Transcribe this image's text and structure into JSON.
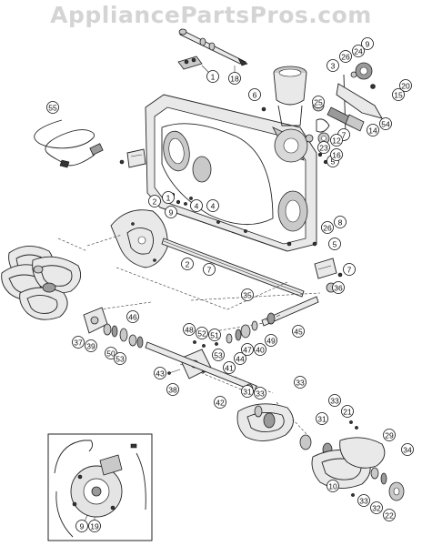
{
  "watermark": "AppliancePartsPros.com",
  "callouts": [
    {
      "id": "c1a",
      "text": "1"
    },
    {
      "id": "c1b",
      "text": "1"
    },
    {
      "id": "c2a",
      "text": "2"
    },
    {
      "id": "c2b",
      "text": "2"
    },
    {
      "id": "c3",
      "text": "3"
    },
    {
      "id": "c4a",
      "text": "4"
    },
    {
      "id": "c4b",
      "text": "4"
    },
    {
      "id": "c5a",
      "text": "5"
    },
    {
      "id": "c5b",
      "text": "5"
    },
    {
      "id": "c6",
      "text": "6"
    },
    {
      "id": "c7a",
      "text": "7"
    },
    {
      "id": "c7b",
      "text": "7"
    },
    {
      "id": "c7c",
      "text": "7"
    },
    {
      "id": "c8",
      "text": "8"
    },
    {
      "id": "c9a",
      "text": "9"
    },
    {
      "id": "c9b",
      "text": "9"
    },
    {
      "id": "c9c",
      "text": "9"
    },
    {
      "id": "c10",
      "text": "10"
    },
    {
      "id": "c12",
      "text": "12"
    },
    {
      "id": "c14",
      "text": "14"
    },
    {
      "id": "c15",
      "text": "15"
    },
    {
      "id": "c16",
      "text": "16"
    },
    {
      "id": "c18",
      "text": "18"
    },
    {
      "id": "c19",
      "text": "19"
    },
    {
      "id": "c20",
      "text": "20"
    },
    {
      "id": "c21",
      "text": "21"
    },
    {
      "id": "c22",
      "text": "22"
    },
    {
      "id": "c23",
      "text": "23"
    },
    {
      "id": "c24",
      "text": "24"
    },
    {
      "id": "c25",
      "text": "25"
    },
    {
      "id": "c26a",
      "text": "26"
    },
    {
      "id": "c26b",
      "text": "26"
    },
    {
      "id": "c29",
      "text": "29"
    },
    {
      "id": "c31a",
      "text": "31"
    },
    {
      "id": "c31b",
      "text": "31"
    },
    {
      "id": "c32",
      "text": "32"
    },
    {
      "id": "c33a",
      "text": "33"
    },
    {
      "id": "c33b",
      "text": "33"
    },
    {
      "id": "c33c",
      "text": "33"
    },
    {
      "id": "c33d",
      "text": "33"
    },
    {
      "id": "c34",
      "text": "34"
    },
    {
      "id": "c35",
      "text": "35"
    },
    {
      "id": "c36",
      "text": "36"
    },
    {
      "id": "c37",
      "text": "37"
    },
    {
      "id": "c38",
      "text": "38"
    },
    {
      "id": "c39",
      "text": "39"
    },
    {
      "id": "c40",
      "text": "40"
    },
    {
      "id": "c41",
      "text": "41"
    },
    {
      "id": "c42",
      "text": "42"
    },
    {
      "id": "c43",
      "text": "43"
    },
    {
      "id": "c44",
      "text": "44"
    },
    {
      "id": "c45",
      "text": "45"
    },
    {
      "id": "c46",
      "text": "46"
    },
    {
      "id": "c47",
      "text": "47"
    },
    {
      "id": "c48",
      "text": "48"
    },
    {
      "id": "c49",
      "text": "49"
    },
    {
      "id": "c50",
      "text": "50"
    },
    {
      "id": "c51",
      "text": "51"
    },
    {
      "id": "c52",
      "text": "52"
    },
    {
      "id": "c53a",
      "text": "53"
    },
    {
      "id": "c53b",
      "text": "53"
    },
    {
      "id": "c54",
      "text": "54"
    },
    {
      "id": "c55",
      "text": "55"
    }
  ]
}
